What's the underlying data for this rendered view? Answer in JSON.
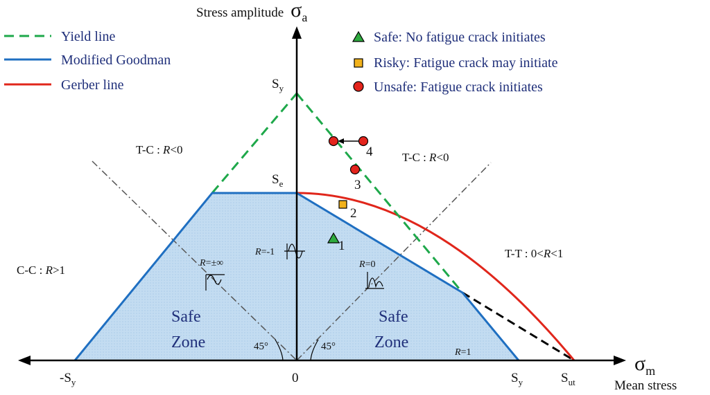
{
  "axes": {
    "y_title": "Stress amplitude",
    "y_symbol": "σ",
    "y_symbol_sub": "a",
    "x_title": "Mean stress",
    "x_symbol": "σ",
    "x_symbol_sub": "m"
  },
  "axis_marks": {
    "neg_sy": {
      "main": "-S",
      "sub": "y"
    },
    "zero": "0",
    "sy": {
      "main": "S",
      "sub": "y"
    },
    "sut": {
      "main": "S",
      "sub": "ut"
    },
    "sy_top": {
      "main": "S",
      "sub": "y"
    },
    "se": {
      "main": "S",
      "sub": "e"
    }
  },
  "legend_lines": [
    {
      "label": "Yield line",
      "color": "#1ea84a",
      "dash": true
    },
    {
      "label": "Modified Goodman",
      "color": "#1f6fc1",
      "dash": false
    },
    {
      "label": "Gerber line",
      "color": "#e0261b",
      "dash": false
    }
  ],
  "legend_markers": [
    {
      "label": "Safe: No fatigue crack initiates",
      "marker": "triangle",
      "color": "#2eaa3e"
    },
    {
      "label": "Risky: Fatigue crack may initiate",
      "marker": "square",
      "color": "#f2b21b"
    },
    {
      "label": "Unsafe: Fatigue crack initiates",
      "marker": "circle",
      "color": "#e3241c"
    }
  ],
  "regions": {
    "tc_left": {
      "prefix": "T-C : ",
      "var": "R",
      "suffix": "<0"
    },
    "tc_right": {
      "prefix": "T-C : ",
      "var": "R",
      "suffix": "<0"
    },
    "tt": {
      "prefix": "T-T : 0<",
      "var": "R",
      "suffix": "<1"
    },
    "cc": {
      "prefix": "C-C : ",
      "var": "R",
      "suffix": ">1"
    }
  },
  "r_labels": {
    "r_inf": {
      "var": "R",
      "suffix": "=±∞"
    },
    "r_neg1": {
      "var": "R",
      "suffix": "=-1"
    },
    "r_zero": {
      "var": "R",
      "suffix": "=0"
    },
    "r_one": {
      "var": "R",
      "suffix": "=1"
    }
  },
  "safe_zone": {
    "line1": "Safe",
    "line2": "Zone"
  },
  "angle_left": "45°",
  "angle_right": "45°",
  "points": [
    {
      "label": "1",
      "type": "triangle",
      "color": "#2eaa3e"
    },
    {
      "label": "2",
      "type": "square",
      "color": "#f2b21b"
    },
    {
      "label": "3",
      "type": "circle",
      "color": "#e3241c"
    },
    {
      "label": "4",
      "type": "circle",
      "color": "#e3241c"
    }
  ],
  "colors": {
    "yield": "#1ea84a",
    "goodman": "#1f6fc1",
    "gerber": "#e0261b",
    "safe_fill": "#b9d6ef",
    "axis": "#000000"
  }
}
